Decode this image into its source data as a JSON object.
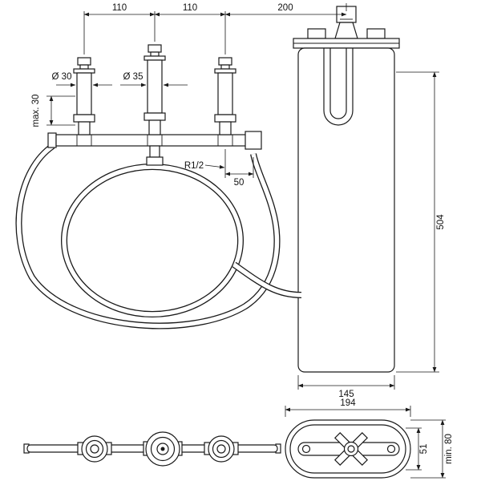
{
  "diagram": {
    "front_view": {
      "dim_valve_spacing_left": "110",
      "dim_valve_spacing_right": "110",
      "dim_valve_to_spout": "200",
      "dim_left_valve_diameter": "Ø 30",
      "dim_middle_valve_diameter": "Ø 35",
      "dim_deck_thickness": "max. 30",
      "dim_connection_thread": "R1/2",
      "dim_hose_offset": "50",
      "dim_body_height": "504",
      "dim_body_width": "145"
    },
    "plan_view": {
      "dim_plate_length": "194",
      "dim_plate_width": "51",
      "dim_min_cutout": "min. 80"
    }
  }
}
